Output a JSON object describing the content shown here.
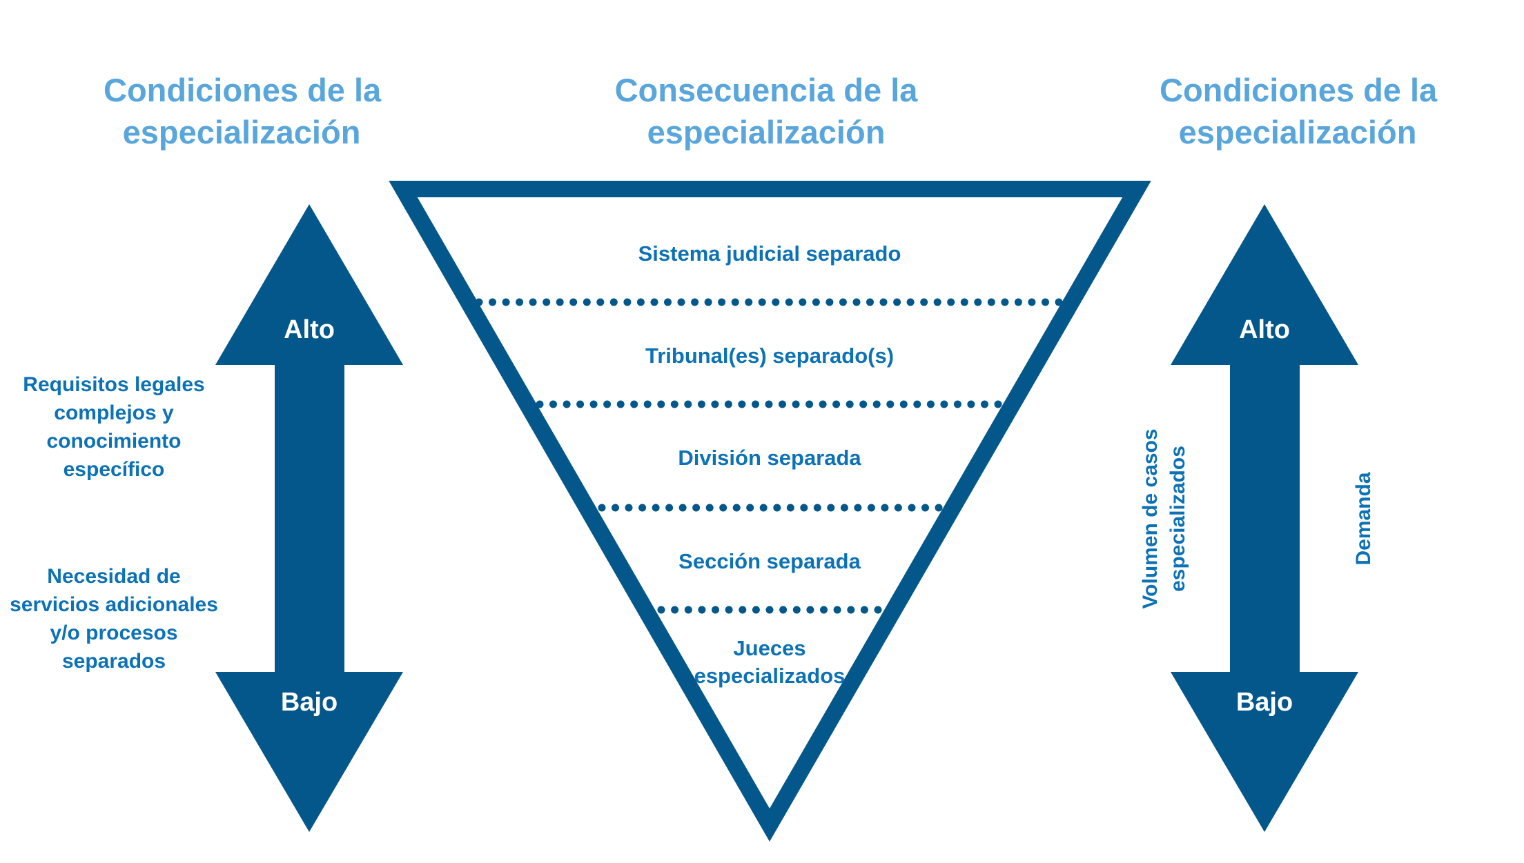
{
  "headings": {
    "left": [
      "Condiciones de la",
      "especialización"
    ],
    "center": [
      "Consecuencia de la",
      "especialización"
    ],
    "right": [
      "Condiciones de la",
      "especialización"
    ]
  },
  "left_arrow": {
    "top_label": "Alto",
    "bottom_label": "Bajo",
    "upper_text": [
      "Requisitos legales",
      "complejos y",
      "conocimiento",
      "específico"
    ],
    "lower_text": [
      "Necesidad de",
      "servicios adicionales",
      "y/o procesos",
      "separados"
    ]
  },
  "right_arrow": {
    "top_label": "Alto",
    "bottom_label": "Bajo",
    "left_vertical_text": [
      "Volumen de casos",
      "especializados"
    ],
    "right_vertical_text": "Demanda"
  },
  "pyramid_levels": [
    [
      "Sistema judicial separado"
    ],
    [
      "Tribunal(es) separado(s)"
    ],
    [
      "División separada"
    ],
    [
      "Sección separada"
    ],
    [
      "Jueces",
      "especializados"
    ]
  ],
  "colors": {
    "heading": "#58a6dc",
    "dark_blue": "#03578a",
    "text_blue": "#0c72b5",
    "arrow_label": "#ffffff"
  }
}
